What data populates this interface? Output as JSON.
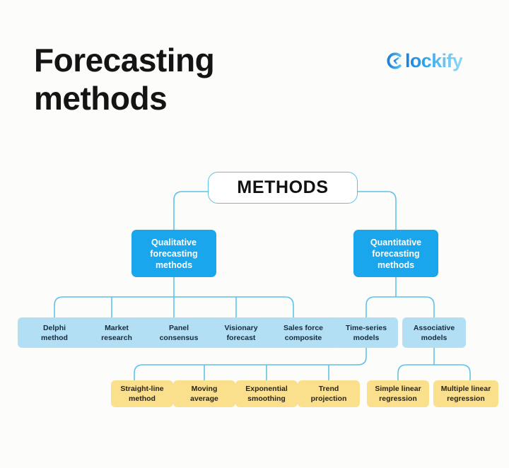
{
  "page": {
    "title": "Forecasting\nmethods",
    "background_color": "#FCFCFA"
  },
  "brand": {
    "name": "lockify",
    "full_name": "Clockify",
    "mark": "clockify-c-mark",
    "color_start": "#1F7FD4",
    "color_end": "#8FD8F7"
  },
  "diagram": {
    "type": "tree",
    "palette": {
      "root_fill": "#FFFFFF",
      "root_border": "#5FC2E8",
      "branch_fill": "#1AA6EC",
      "branch_text": "#FFFFFF",
      "leaf_fill": "#B3DFF4",
      "leaf_text": "#132C3D",
      "sub_fill": "#FAE08C",
      "sub_text": "#2B2413",
      "connector": "#5FC2E8"
    },
    "root": {
      "label": "METHODS"
    },
    "branches": [
      {
        "id": "qualitative",
        "label": "Qualitative\nforecasting\nmethods"
      },
      {
        "id": "quantitative",
        "label": "Quantitative\nforecasting\nmethods"
      }
    ],
    "leaves": [
      {
        "id": "delphi-method",
        "parent": "qualitative",
        "label": "Delphi\nmethod"
      },
      {
        "id": "market-research",
        "parent": "qualitative",
        "label": "Market\nresearch"
      },
      {
        "id": "panel-consensus",
        "parent": "qualitative",
        "label": "Panel\nconsensus"
      },
      {
        "id": "visionary-forecast",
        "parent": "qualitative",
        "label": "Visionary\nforecast"
      },
      {
        "id": "sales-force-composite",
        "parent": "qualitative",
        "label": "Sales force\ncomposite"
      },
      {
        "id": "time-series-models",
        "parent": "quantitative",
        "label": "Time-series\nmodels"
      },
      {
        "id": "associative-models",
        "parent": "quantitative",
        "label": "Associative\nmodels"
      }
    ],
    "subleaves": [
      {
        "id": "straight-line-method",
        "parent": "time-series-models",
        "label": "Straight-line\nmethod"
      },
      {
        "id": "moving-average",
        "parent": "time-series-models",
        "label": "Moving\naverage"
      },
      {
        "id": "exponential-smoothing",
        "parent": "time-series-models",
        "label": "Exponential\nsmoothing"
      },
      {
        "id": "trend-projection",
        "parent": "time-series-models",
        "label": "Trend\nprojection"
      },
      {
        "id": "simple-linear-regression",
        "parent": "associative-models",
        "label": "Simple linear\nregression"
      },
      {
        "id": "multiple-linear-regression",
        "parent": "associative-models",
        "label": "Multiple linear\nregression"
      }
    ]
  }
}
